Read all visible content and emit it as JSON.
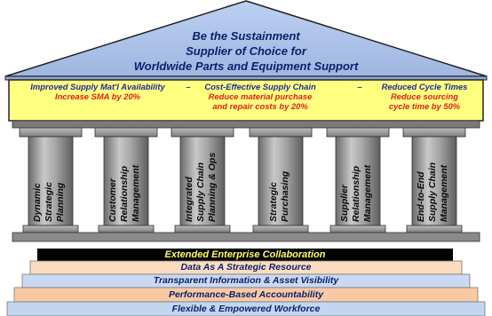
{
  "roof": {
    "line1": "Be the Sustainment",
    "line2": "Supplier of Choice for",
    "line3": "Worldwide Parts and Equipment Support"
  },
  "goals": [
    {
      "heading": "Improved Supply Mat'l Availability",
      "target": "Increase SMA by 20%"
    },
    {
      "heading": "Cost-Effective Supply Chain",
      "target_line1": "Reduce material purchase",
      "target_line2": "and repair costs by 20%"
    },
    {
      "heading": "Reduced Cycle Times",
      "target_line1": "Reduce sourcing",
      "target_line2": "cycle time by 50%"
    }
  ],
  "goal_separator": "–",
  "pillars": [
    {
      "line1": "Dynamic",
      "line2": "Strategic",
      "line3": "Planning"
    },
    {
      "line1": "Customer",
      "line2": "Relationship",
      "line3": "Management"
    },
    {
      "line1": "Integrated",
      "line2": "Supply Chain",
      "line3": "Planning & Ops"
    },
    {
      "line1": "Strategic",
      "line2": "Purchasing"
    },
    {
      "line1": "Supplier",
      "line2": "Relationship",
      "line3": "Management"
    },
    {
      "line1": "End-to-End",
      "line2": "Supply Chain",
      "line3": "Management"
    }
  ],
  "foundation": {
    "collaboration": "Extended Enterprise Collaboration",
    "steps": [
      "Data As A Strategic Resource",
      "Transparent Information & Asset Visibility",
      "Performance-Based Accountability",
      "Flexible & Empowered Workforce"
    ]
  },
  "colors": {
    "roof": "#a9bde3",
    "band": "#ffff80",
    "column": "#9a9a9a",
    "collab_bar": "#000000",
    "collab_text": "#ffff66",
    "steps": [
      "#fbdcc0",
      "#c9d9f2",
      "#f8c9a4",
      "#c3d6f0"
    ]
  }
}
